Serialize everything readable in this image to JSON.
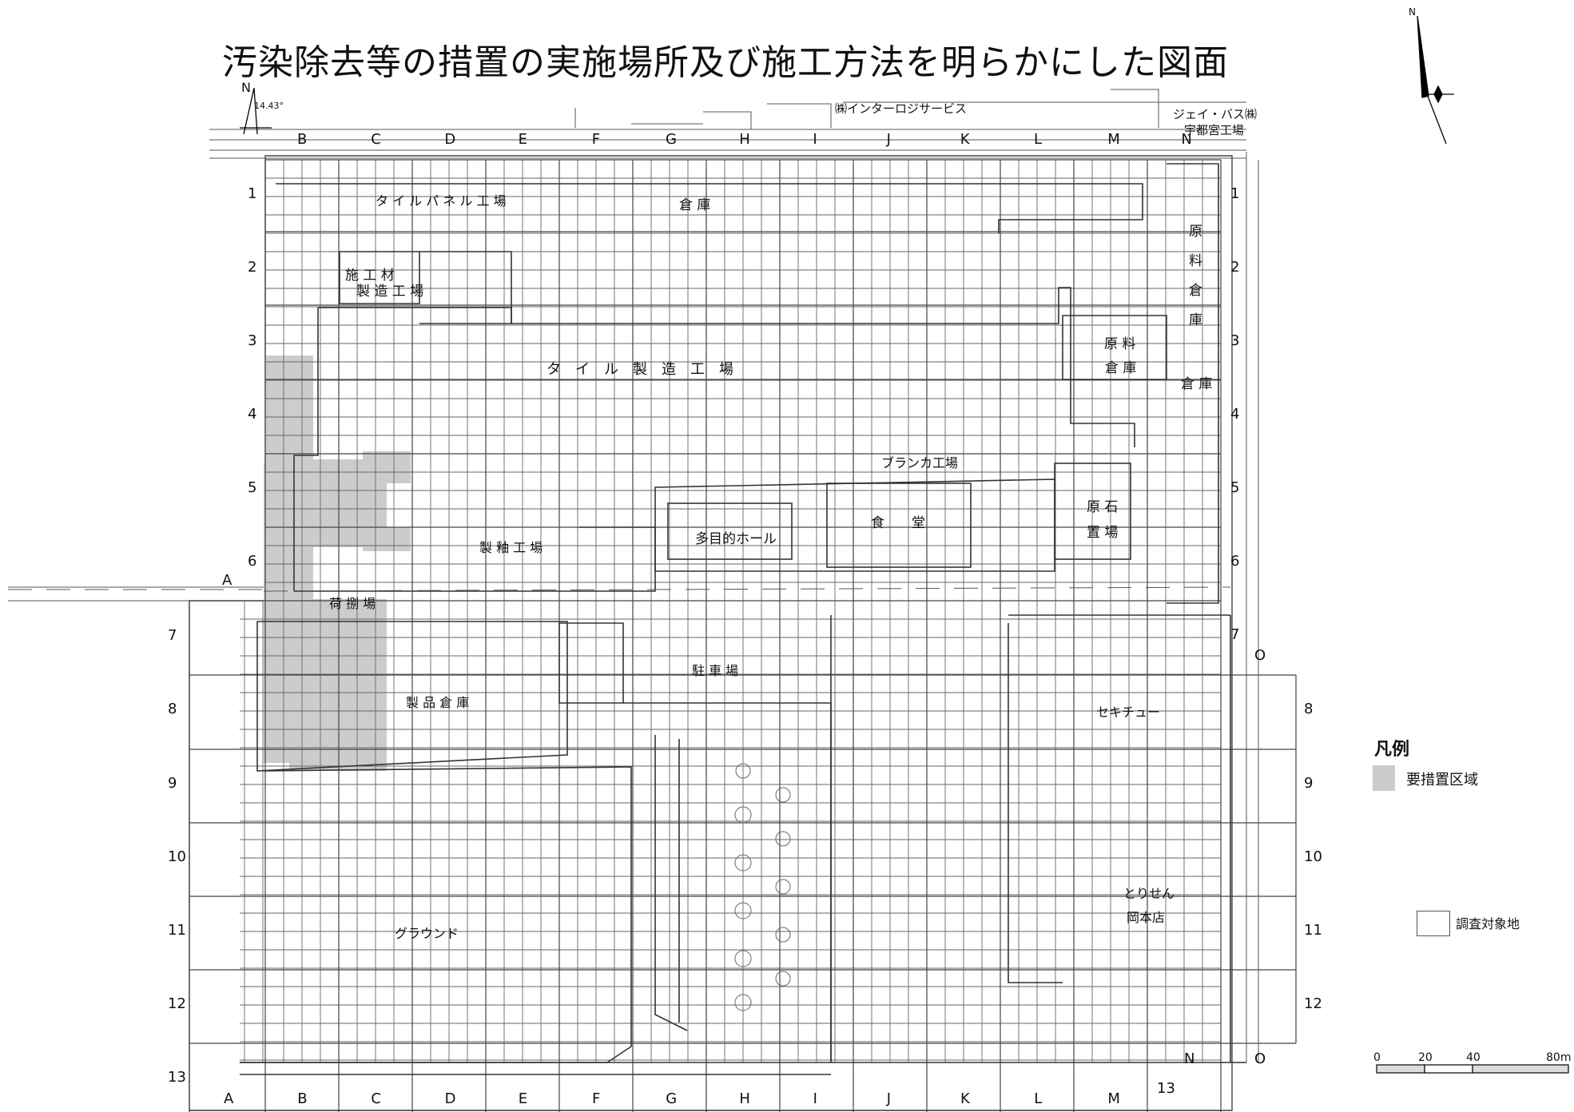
{
  "title": "汚染除去等の措置の実施場所及び施工方法を明らかにした図面",
  "compass_north_small": "N",
  "compass_angle": "14.43°",
  "compass_north_large": "N",
  "grid": {
    "top_columns": [
      "B",
      "C",
      "D",
      "E",
      "F",
      "G",
      "H",
      "I",
      "J",
      "K",
      "L",
      "M",
      "N"
    ],
    "bottom_columns": [
      "A",
      "B",
      "C",
      "D",
      "E",
      "F",
      "G",
      "H",
      "I",
      "J",
      "K",
      "L",
      "M"
    ],
    "bottom_extra": [
      "N",
      "O",
      "13"
    ],
    "left_rows_upper": [
      "1",
      "2",
      "3",
      "4",
      "5",
      "6"
    ],
    "left_row_marker": "A",
    "left_rows_lower": [
      "7",
      "8",
      "9",
      "10",
      "11",
      "12",
      "13"
    ],
    "right_rows_upper": [
      "1",
      "2",
      "3",
      "4",
      "5",
      "6",
      "7"
    ],
    "right_marker_O": "O",
    "right_rows_lower": [
      "8",
      "9",
      "10",
      "11",
      "12"
    ]
  },
  "place_labels": {
    "tile_panel": "タ イ ル パ ネ ル 工 場",
    "warehouse_top": "倉 庫",
    "construction_material_1": "施 工 材",
    "construction_material_2": "製 造 工 場",
    "tile_factory": "タ　イ　ル　製　造　工　場",
    "raw_material_warehouse_vertical": "原料倉庫",
    "raw_material_1": "原 料",
    "raw_material_2": "倉 庫",
    "warehouse_right": "倉 庫",
    "blanca_factory": "ブランカ工場",
    "multipurpose_hall": "多目的ホール",
    "cafeteria": "食　　堂",
    "raw_stone_1": "原 石",
    "raw_stone_2": "置 場",
    "glaze_factory": "製 釉 工 場",
    "shipping": "荷 捌 場",
    "parking": "駐 車 場",
    "product_warehouse": "製 品 倉 庫",
    "sekichu": "セキチュー",
    "ground": "グラウンド",
    "torisen_1": "とりせん",
    "torisen_2": "岡本店",
    "inter_logi": "㈱インターロジサービス",
    "jbus_1": "ジェイ・バス㈱",
    "jbus_2": "宇都宮工場"
  },
  "legend": {
    "title": "凡例",
    "required_area": "要措置区域",
    "survey_area": "調査対象地"
  },
  "scale": {
    "ticks": [
      "0",
      "20",
      "40",
      "80m"
    ]
  },
  "colors": {
    "measure_fill": "#cccccc",
    "grid_line": "#555555",
    "building_line": "#333333"
  }
}
